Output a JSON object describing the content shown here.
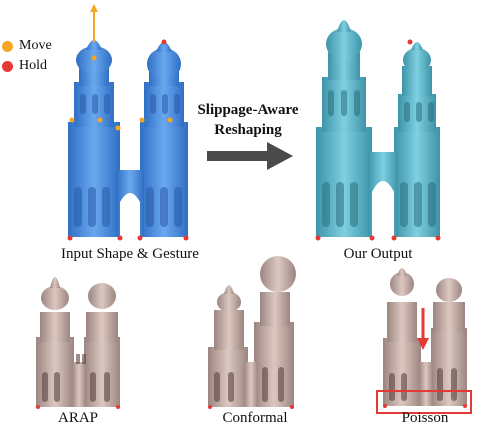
{
  "legend": {
    "move_label": "Move",
    "hold_label": "Hold",
    "move_color": "#f5a623",
    "hold_color": "#e53935"
  },
  "arrow": {
    "line1": "Slippage-Aware",
    "line2": "Reshaping"
  },
  "captions": {
    "input": "Input Shape & Gesture",
    "output": "Our Output",
    "arap": "ARAP",
    "conformal": "Conformal",
    "poisson": "Poisson"
  },
  "colors": {
    "input_shape": "#4f8fe0",
    "output_shape": "#5ab4c9",
    "baseline_shape": "#c8b2aa",
    "highlight": "#e53935"
  }
}
